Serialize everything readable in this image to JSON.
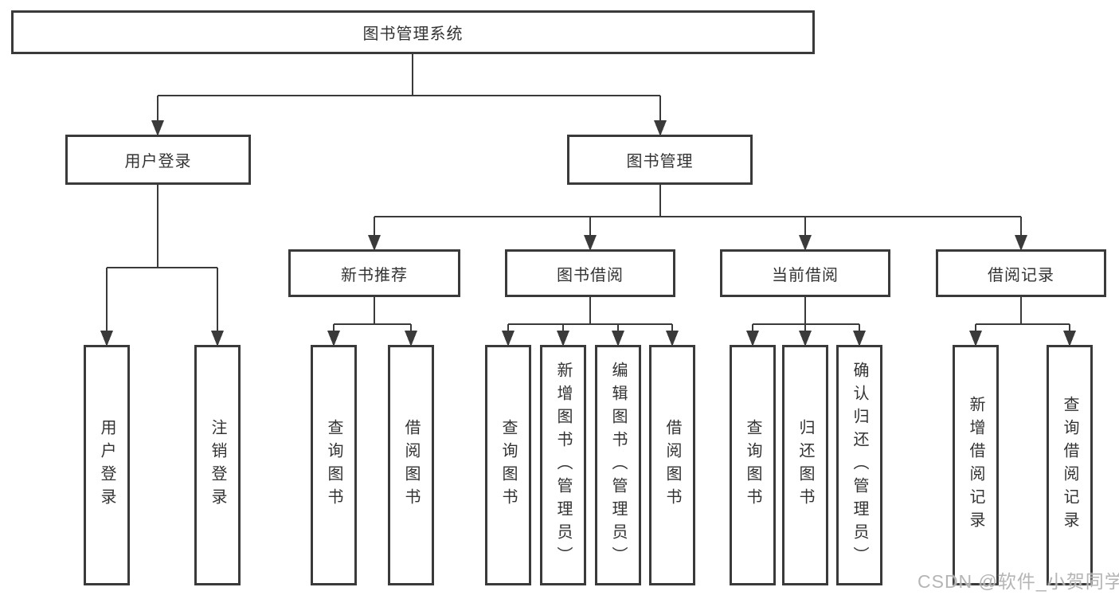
{
  "diagram": {
    "root": "图书管理系统",
    "level2": {
      "user_login": "用户登录",
      "book_mgmt": "图书管理"
    },
    "level3": {
      "new_books": "新书推荐",
      "borrowing": "图书借阅",
      "current": "当前借阅",
      "records": "借阅记录"
    },
    "leaves": {
      "login": [
        "用户登录",
        "注销登录"
      ],
      "new_books": [
        "查询图书",
        "借阅图书"
      ],
      "borrowing": [
        "查询图书",
        "新增图书（管理员）",
        "编辑图书（管理员）",
        "借阅图书"
      ],
      "current": [
        "查询图书",
        "归还图书",
        "确认归还（管理员）"
      ],
      "records": [
        "新增借阅记录",
        "查询借阅记录"
      ]
    }
  },
  "watermark": "CSDN @软件_小贺同学",
  "colors": {
    "line": "#3a3a3a",
    "text": "#333333",
    "watermark": "#afafaf",
    "background": "#ffffff"
  }
}
